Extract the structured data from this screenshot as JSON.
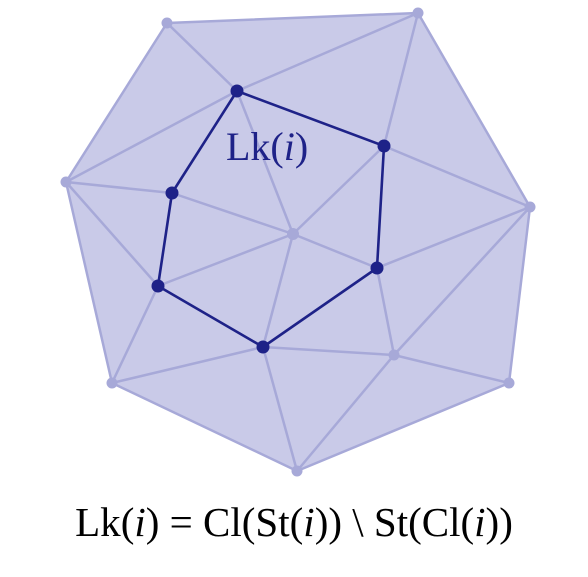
{
  "diagram": {
    "link_label_text": "Lk(",
    "link_label_var": "i",
    "link_label_close": ")",
    "colors": {
      "region_fill": "#c9cae8",
      "edge": "#a7a9d8",
      "link": "#1e2288"
    }
  },
  "formula": {
    "text": "Lk(i) = Cl(St(i)) \\ St(Cl(i))"
  }
}
